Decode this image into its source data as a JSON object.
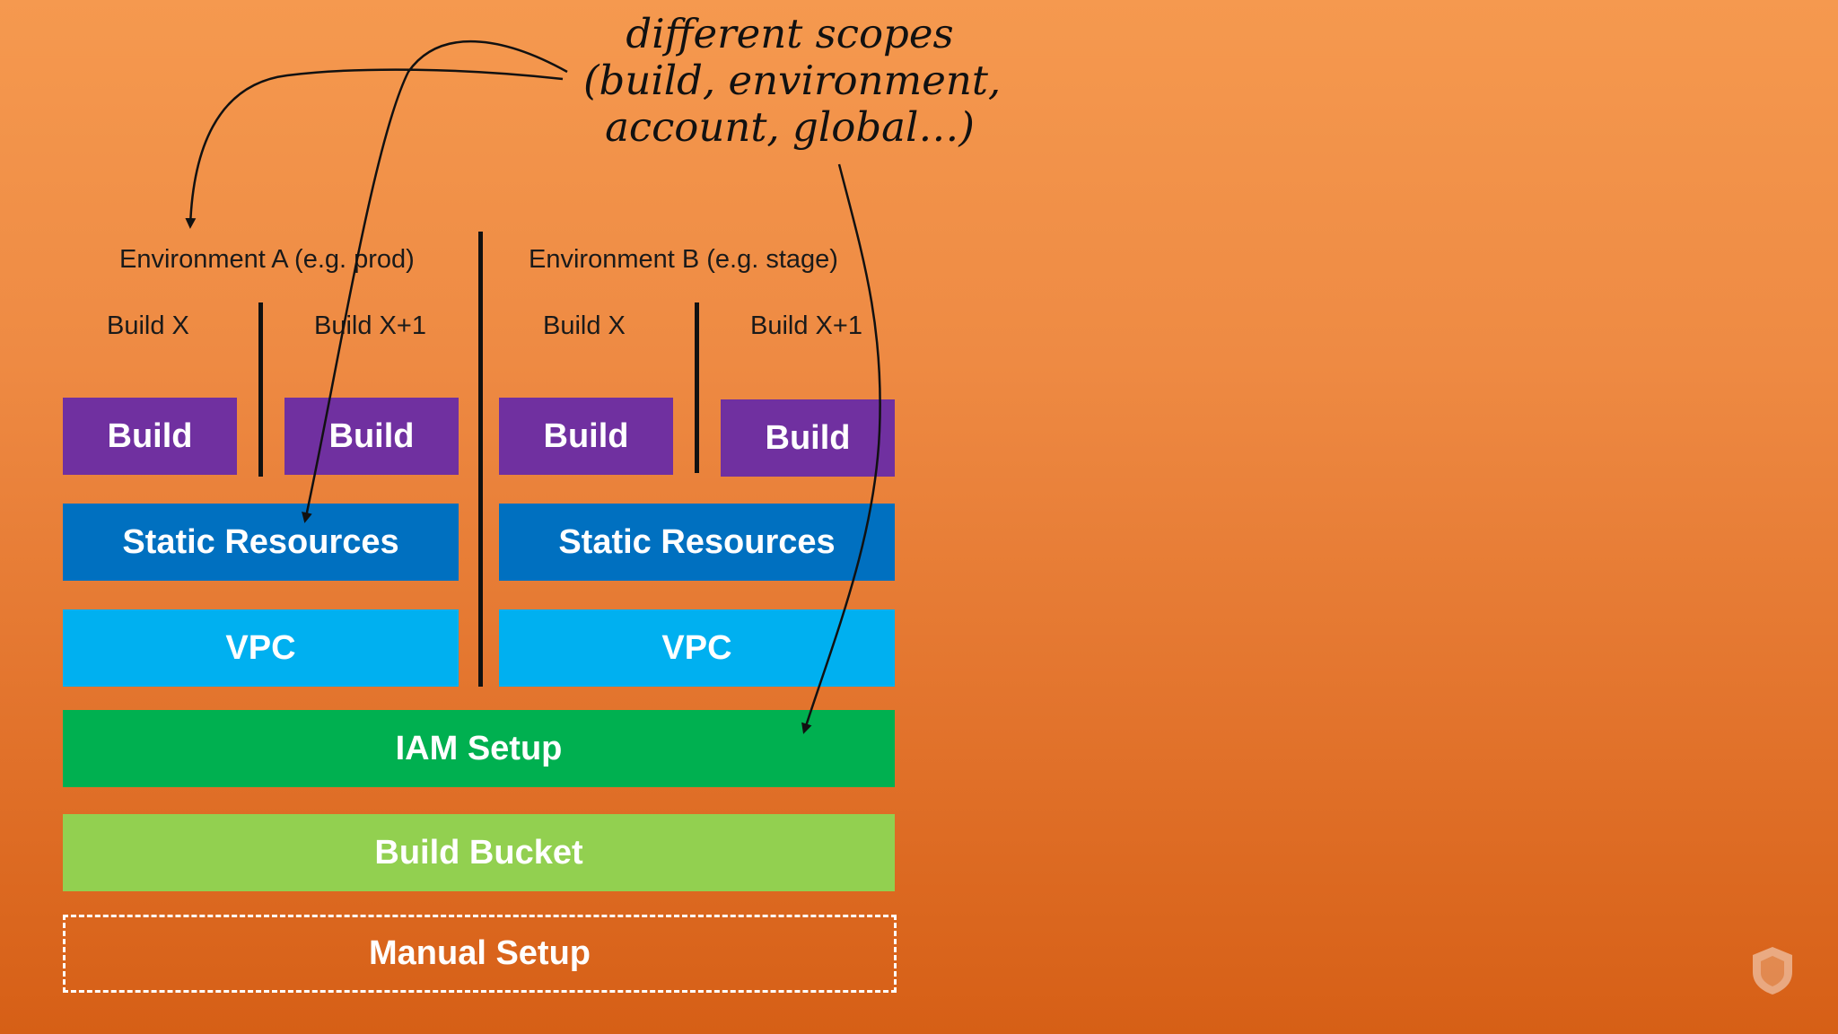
{
  "annotation": {
    "line1": "different scopes",
    "line2": "(build, environment,",
    "line3": "account, global…)"
  },
  "environments": {
    "a": {
      "title": "Environment A (e.g. prod)",
      "build_x_label": "Build X",
      "build_x1_label": "Build X+1",
      "build_x_block": "Build",
      "build_x1_block": "Build",
      "static_resources": "Static Resources",
      "vpc": "VPC"
    },
    "b": {
      "title": "Environment B (e.g. stage)",
      "build_x_label": "Build X",
      "build_x1_label": "Build X+1",
      "build_x_block": "Build",
      "build_x1_block": "Build",
      "static_resources": "Static Resources",
      "vpc": "VPC"
    }
  },
  "shared": {
    "iam_setup": "IAM Setup",
    "build_bucket": "Build Bucket",
    "manual_setup": "Manual Setup"
  },
  "colors": {
    "build": "#7030a0",
    "static_resources": "#0070c0",
    "vpc": "#00b0f0",
    "iam_setup": "#00b050",
    "build_bucket": "#92d050",
    "background_top": "#f5994f",
    "background_bottom": "#d65f16"
  },
  "icons": {
    "logo": "shield-logo-icon"
  }
}
